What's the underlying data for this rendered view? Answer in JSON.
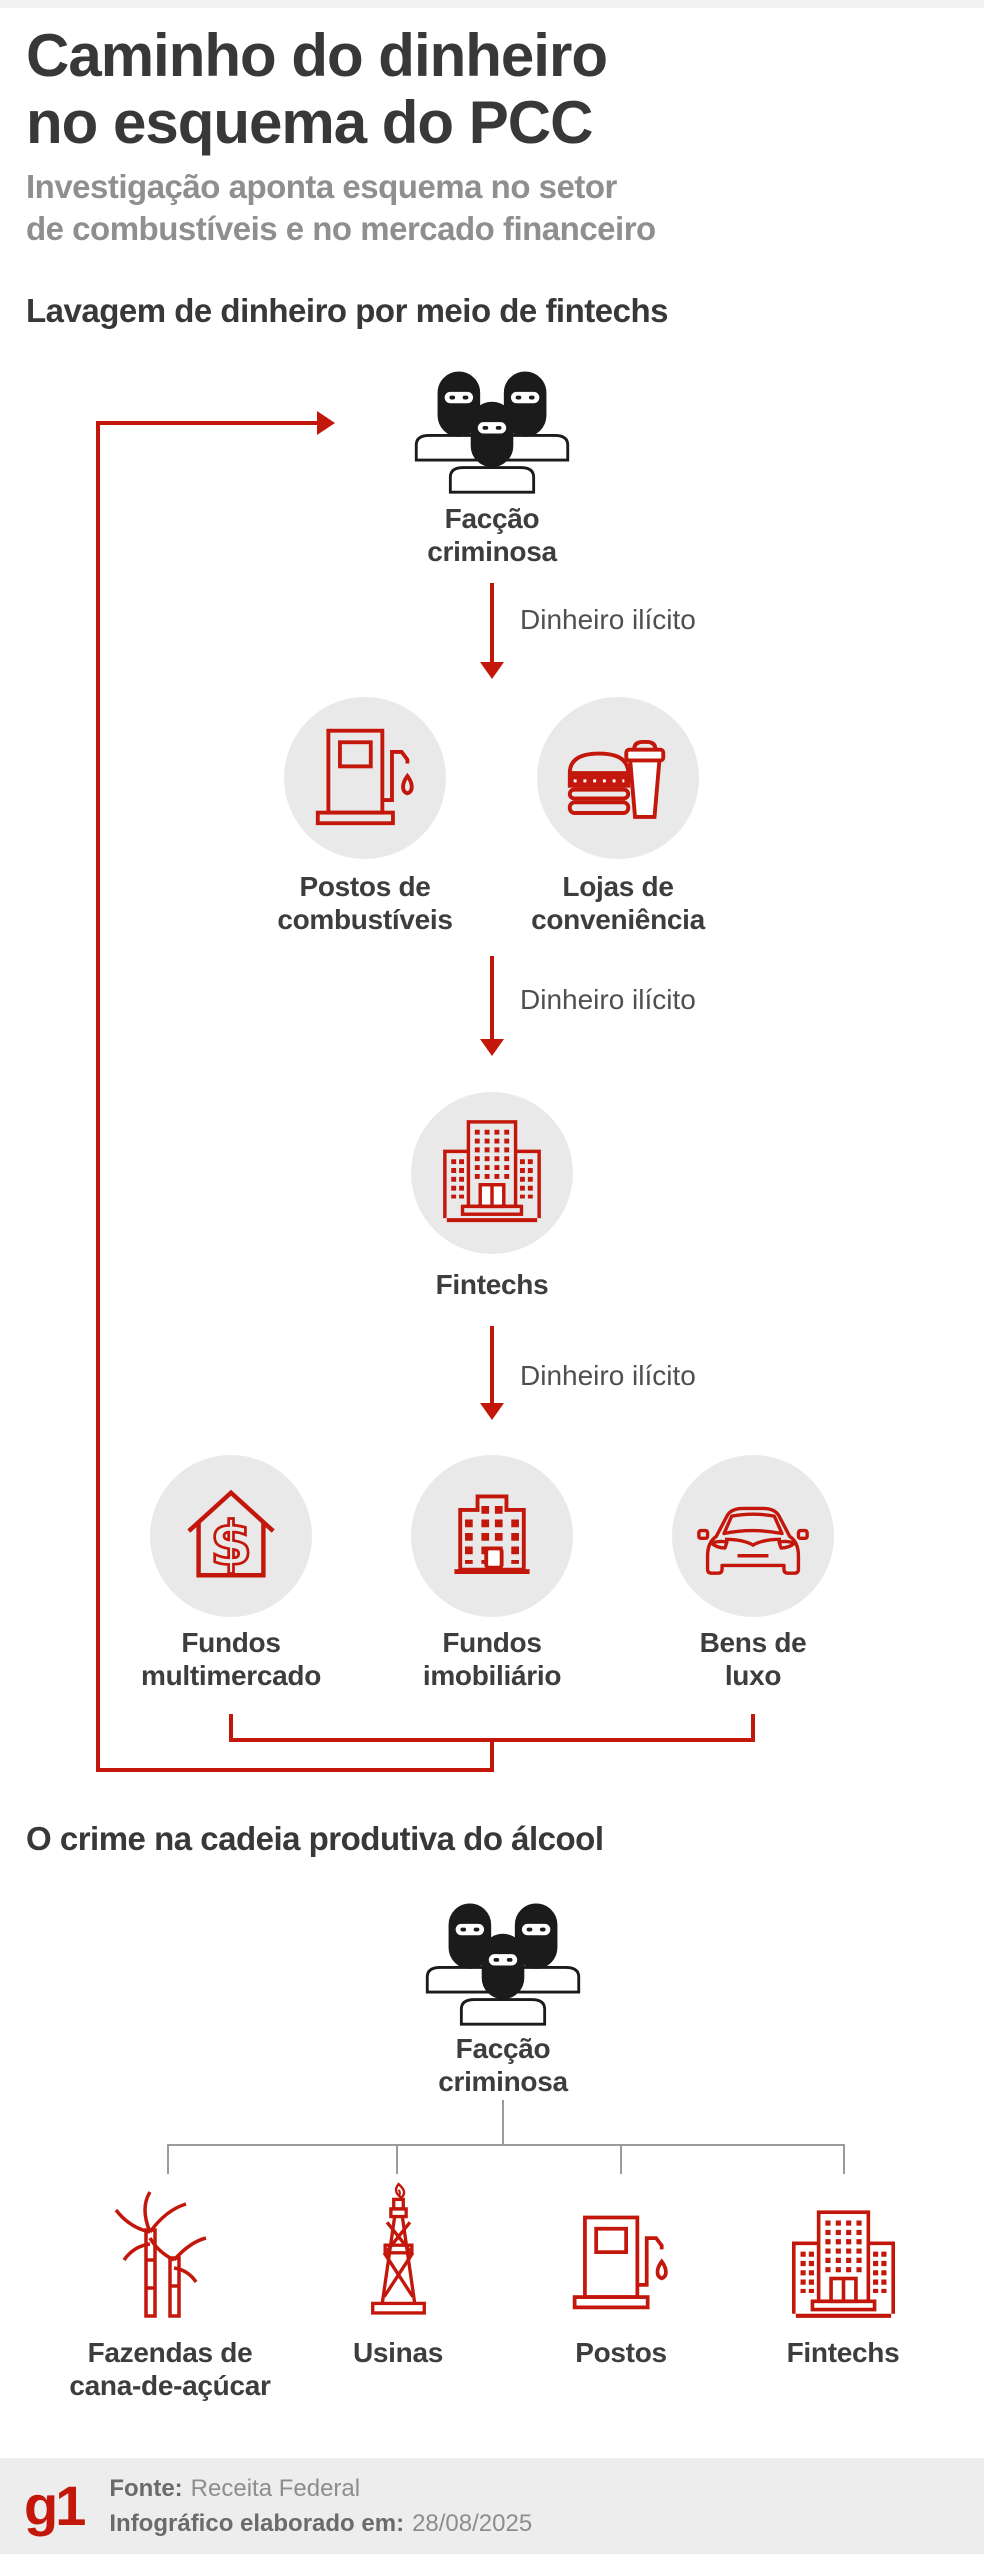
{
  "colors": {
    "red": "#c4170c",
    "black": "#1b1b1b",
    "circle-gray": "#e9e9e9",
    "heading": "#383838",
    "subtitle-gray": "#8f8f8f",
    "label": "#3d3d3d",
    "flow-text": "#4f4f4f",
    "tree-gray": "#9b9b9b",
    "footer-bg": "#ededed",
    "footer-label": "#6b6b6b",
    "footer-value": "#8d8d8d",
    "topbar": "#f2f2f2"
  },
  "icons": {
    "faccao": "masked-gang-icon",
    "postos": "fuel-pump-icon",
    "lojas": "burger-drink-icon",
    "fintechs": "bank-building-icon",
    "multimercado": "house-dollar-icon",
    "imobiliario": "apartment-building-icon",
    "bens": "luxury-car-icon",
    "fazendas": "sugarcane-icon",
    "usinas": "distillery-tower-icon"
  },
  "header": {
    "title_line1": "Caminho do dinheiro",
    "title_line2": "no esquema do PCC",
    "subtitle_line1": "Investigação aponta esquema no setor",
    "subtitle_line2": "de combustíveis e no mercado financeiro"
  },
  "section1": {
    "heading": "Lavagem de dinheiro por meio de fintechs",
    "faccao": {
      "line1": "Facção",
      "line2": "criminosa"
    },
    "flow1_label": "Dinheiro ilícito",
    "flow2_label": "Dinheiro ilícito",
    "flow3_label": "Dinheiro ilícito",
    "postos": {
      "line1": "Postos de",
      "line2": "combustíveis"
    },
    "lojas": {
      "line1": "Lojas de",
      "line2": "conveniência"
    },
    "fintechs_label": "Fintechs",
    "multimercado": {
      "line1": "Fundos",
      "line2": "multimercado"
    },
    "imobiliario": {
      "line1": "Fundos",
      "line2": "imobiliário"
    },
    "bens": {
      "line1": "Bens de",
      "line2": "luxo"
    }
  },
  "section2": {
    "heading": "O crime na cadeia produtiva do álcool",
    "faccao": {
      "line1": "Facção",
      "line2": "criminosa"
    },
    "fazendas": {
      "line1": "Fazendas de",
      "line2": "cana-de-açúcar"
    },
    "usinas_label": "Usinas",
    "postos_label": "Postos",
    "fintechs_label": "Fintechs"
  },
  "footer": {
    "logo": "g1",
    "source_label": "Fonte:",
    "source_value": "Receita Federal",
    "info_label": "Infográfico elaborado em:",
    "info_value": "28/08/2025"
  }
}
